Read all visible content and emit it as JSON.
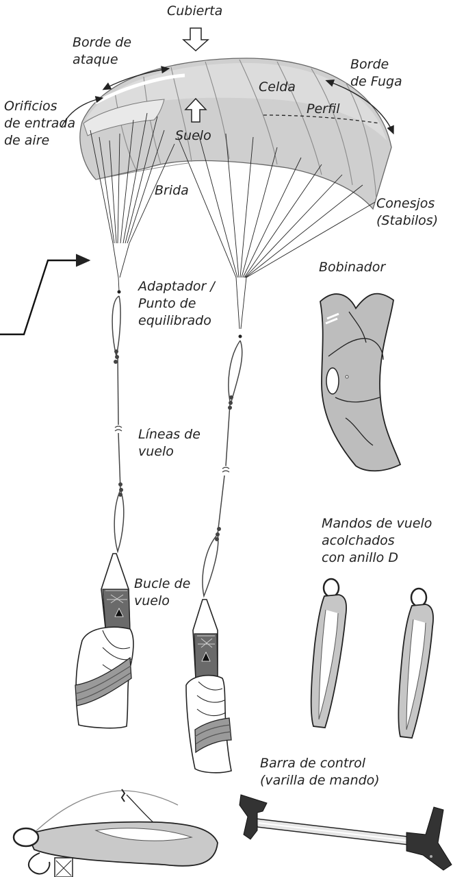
{
  "colors": {
    "kite_fill": "#c9c9c9",
    "kite_dark": "#a9a9a9",
    "part_fill": "#bfbfbf",
    "line": "#222222",
    "background": "#ffffff"
  },
  "labels": {
    "cubierta": "Cubierta",
    "borde_ataque": "Borde de\nataque",
    "borde_fuga": "Borde\nde Fuga",
    "orificios": "Orificios\nde entrada\nde aire",
    "celda": "Celda",
    "perfil": "Perfil",
    "suelo": "Suelo",
    "brida": "Brida",
    "conesjos": "Conesjos\n(Stabilos)",
    "bobinador": "Bobinador",
    "adaptador": "Adaptador /\nPunto de\nequilibrado",
    "lineas": "Líneas de\nvuelo",
    "mandos": "Mandos de vuelo\nacolchados\ncon anillo D",
    "bucle": "Bucle de\nvuelo",
    "barra": "Barra de control\n(varilla de mando)"
  },
  "icons": [
    "cubierta-arrow-icon",
    "suelo-arrow-icon",
    "pointer-arrow-icon",
    "kite-icon",
    "winder-icon",
    "hand-left-icon",
    "hand-right-icon",
    "strap-handle-icon",
    "control-bar-icon",
    "wrist-strap-icon"
  ]
}
